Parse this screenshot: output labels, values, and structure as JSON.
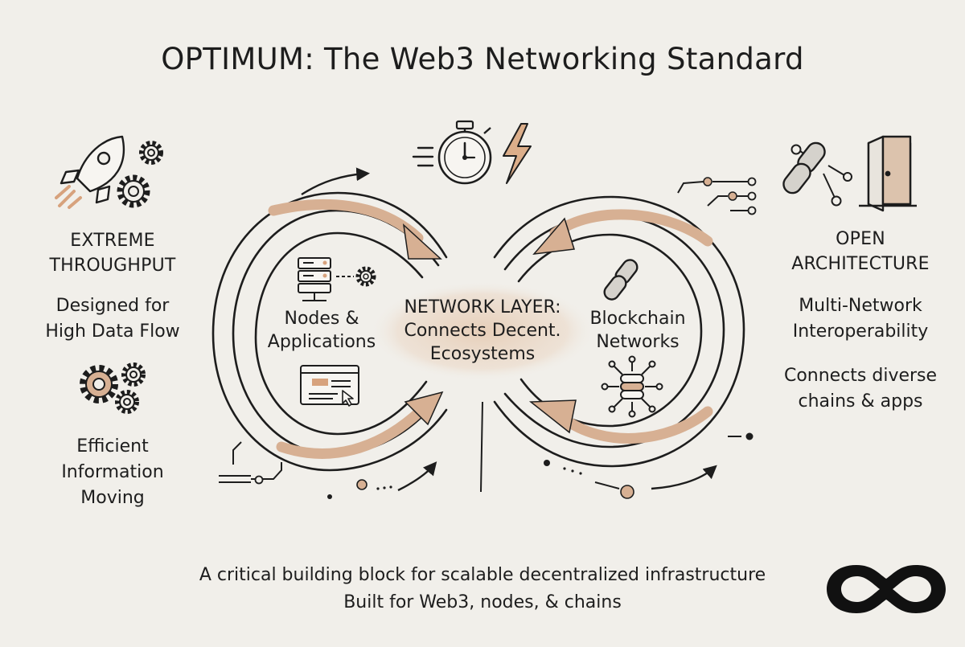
{
  "title": "OPTIMUM: The Web3 Networking Standard",
  "left_panel": {
    "heading": "EXTREME\nTHROUGHPUT",
    "subtext": "Designed for\nHigh Data Flow",
    "bottom_text": "Efficient\nInformation\nMoving"
  },
  "right_panel": {
    "heading": "OPEN\nARCHITECTURE",
    "subtext": "Multi-Network\nInteroperability",
    "bottom_text": "Connects diverse\nchains & apps"
  },
  "center": {
    "left_loop_label": "Nodes &\nApplications",
    "core_label": "NETWORK LAYER:\nConnects Decent.\nEcosystems",
    "right_loop_label": "Blockchain\nNetworks"
  },
  "footer": {
    "line1": "A critical building block for scalable decentralized infrastructure",
    "line2": "Built for Web3, nodes, & chains"
  },
  "icons": {
    "top_center": [
      "stopwatch-icon",
      "lightning-icon"
    ],
    "top_left": [
      "rocket-icon",
      "gear-icon"
    ],
    "mid_left": [
      "gear-icon"
    ],
    "top_right": [
      "chain-link-icon",
      "network-nodes-icon",
      "open-door-icon"
    ],
    "loop_left": [
      "server-rack-icon",
      "gear-icon",
      "browser-window-icon",
      "cursor-icon"
    ],
    "loop_right": [
      "chain-link-icon",
      "database-icon"
    ],
    "brand": "optimum-logo-icon"
  },
  "colors": {
    "background": "#f1efea",
    "ink": "#1d1d1d",
    "accent": "#d9b597",
    "accent_dark": "#b98563",
    "core_highlight": "#ead8c8"
  }
}
